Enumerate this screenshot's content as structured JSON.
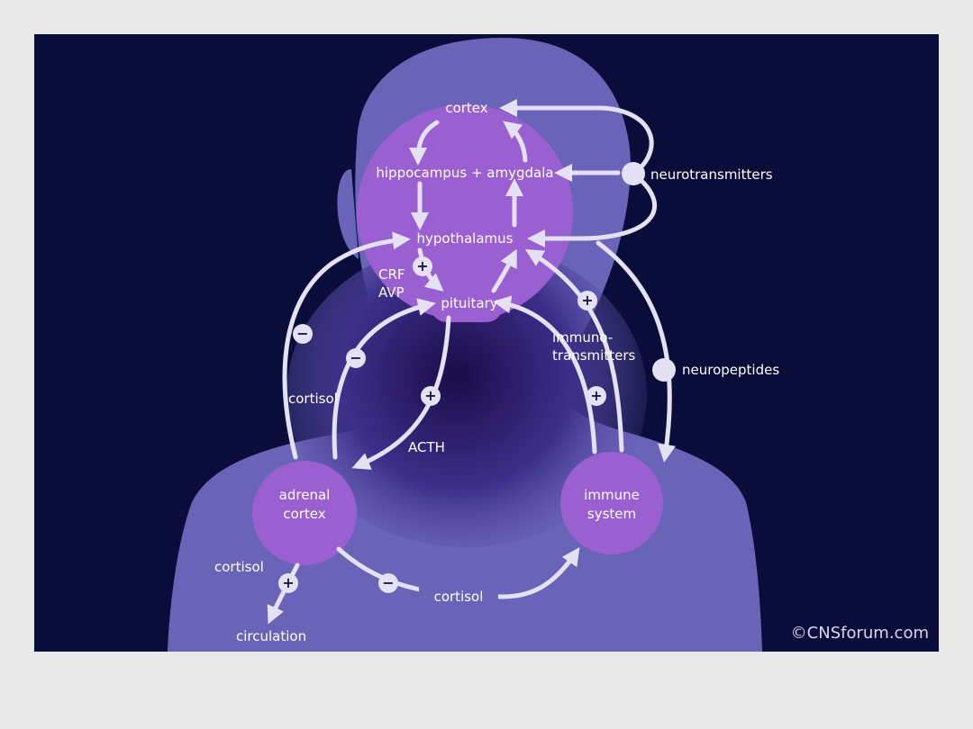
{
  "diagram": {
    "colors": {
      "background": "#0a0d3a",
      "silhouette": "#6a64b8",
      "node": "#9a5fd0",
      "arrow": "#e3e1f3",
      "sign": "#e3e1f3",
      "sign_mark": "#1a1744",
      "text": "#ffffff",
      "label_box": "#6a64b8"
    },
    "nodes": {
      "cortex": "cortex",
      "hippocampus_amygdala": "hippocampus + amygdala",
      "hypothalamus": "hypothalamus",
      "pituitary": "pituitary",
      "adrenal_cortex": [
        "adrenal",
        "cortex"
      ],
      "immune_system": [
        "immune",
        "system"
      ]
    },
    "labels": {
      "neurotransmitters": "neurotransmitters",
      "neuropeptides": "neuropeptides",
      "crf": "CRF",
      "avp": "AVP",
      "immunotransmitters": [
        "immuno-",
        "transmitters"
      ],
      "cortisol_left": "cortisol",
      "acth": "ACTH",
      "cortisol_lower": "cortisol",
      "cortisol_bottom": "cortisol",
      "circulation": "circulation"
    },
    "signs": {
      "crf_avp": "+",
      "acth": "+",
      "immuno_upper": "+",
      "immuno_lower": "+",
      "cortisol_left_outer": "−",
      "cortisol_left_inner": "−",
      "cortisol_to_immune": "−",
      "cortisol_circulation": "+"
    },
    "credit": "©CNSforum.com"
  }
}
